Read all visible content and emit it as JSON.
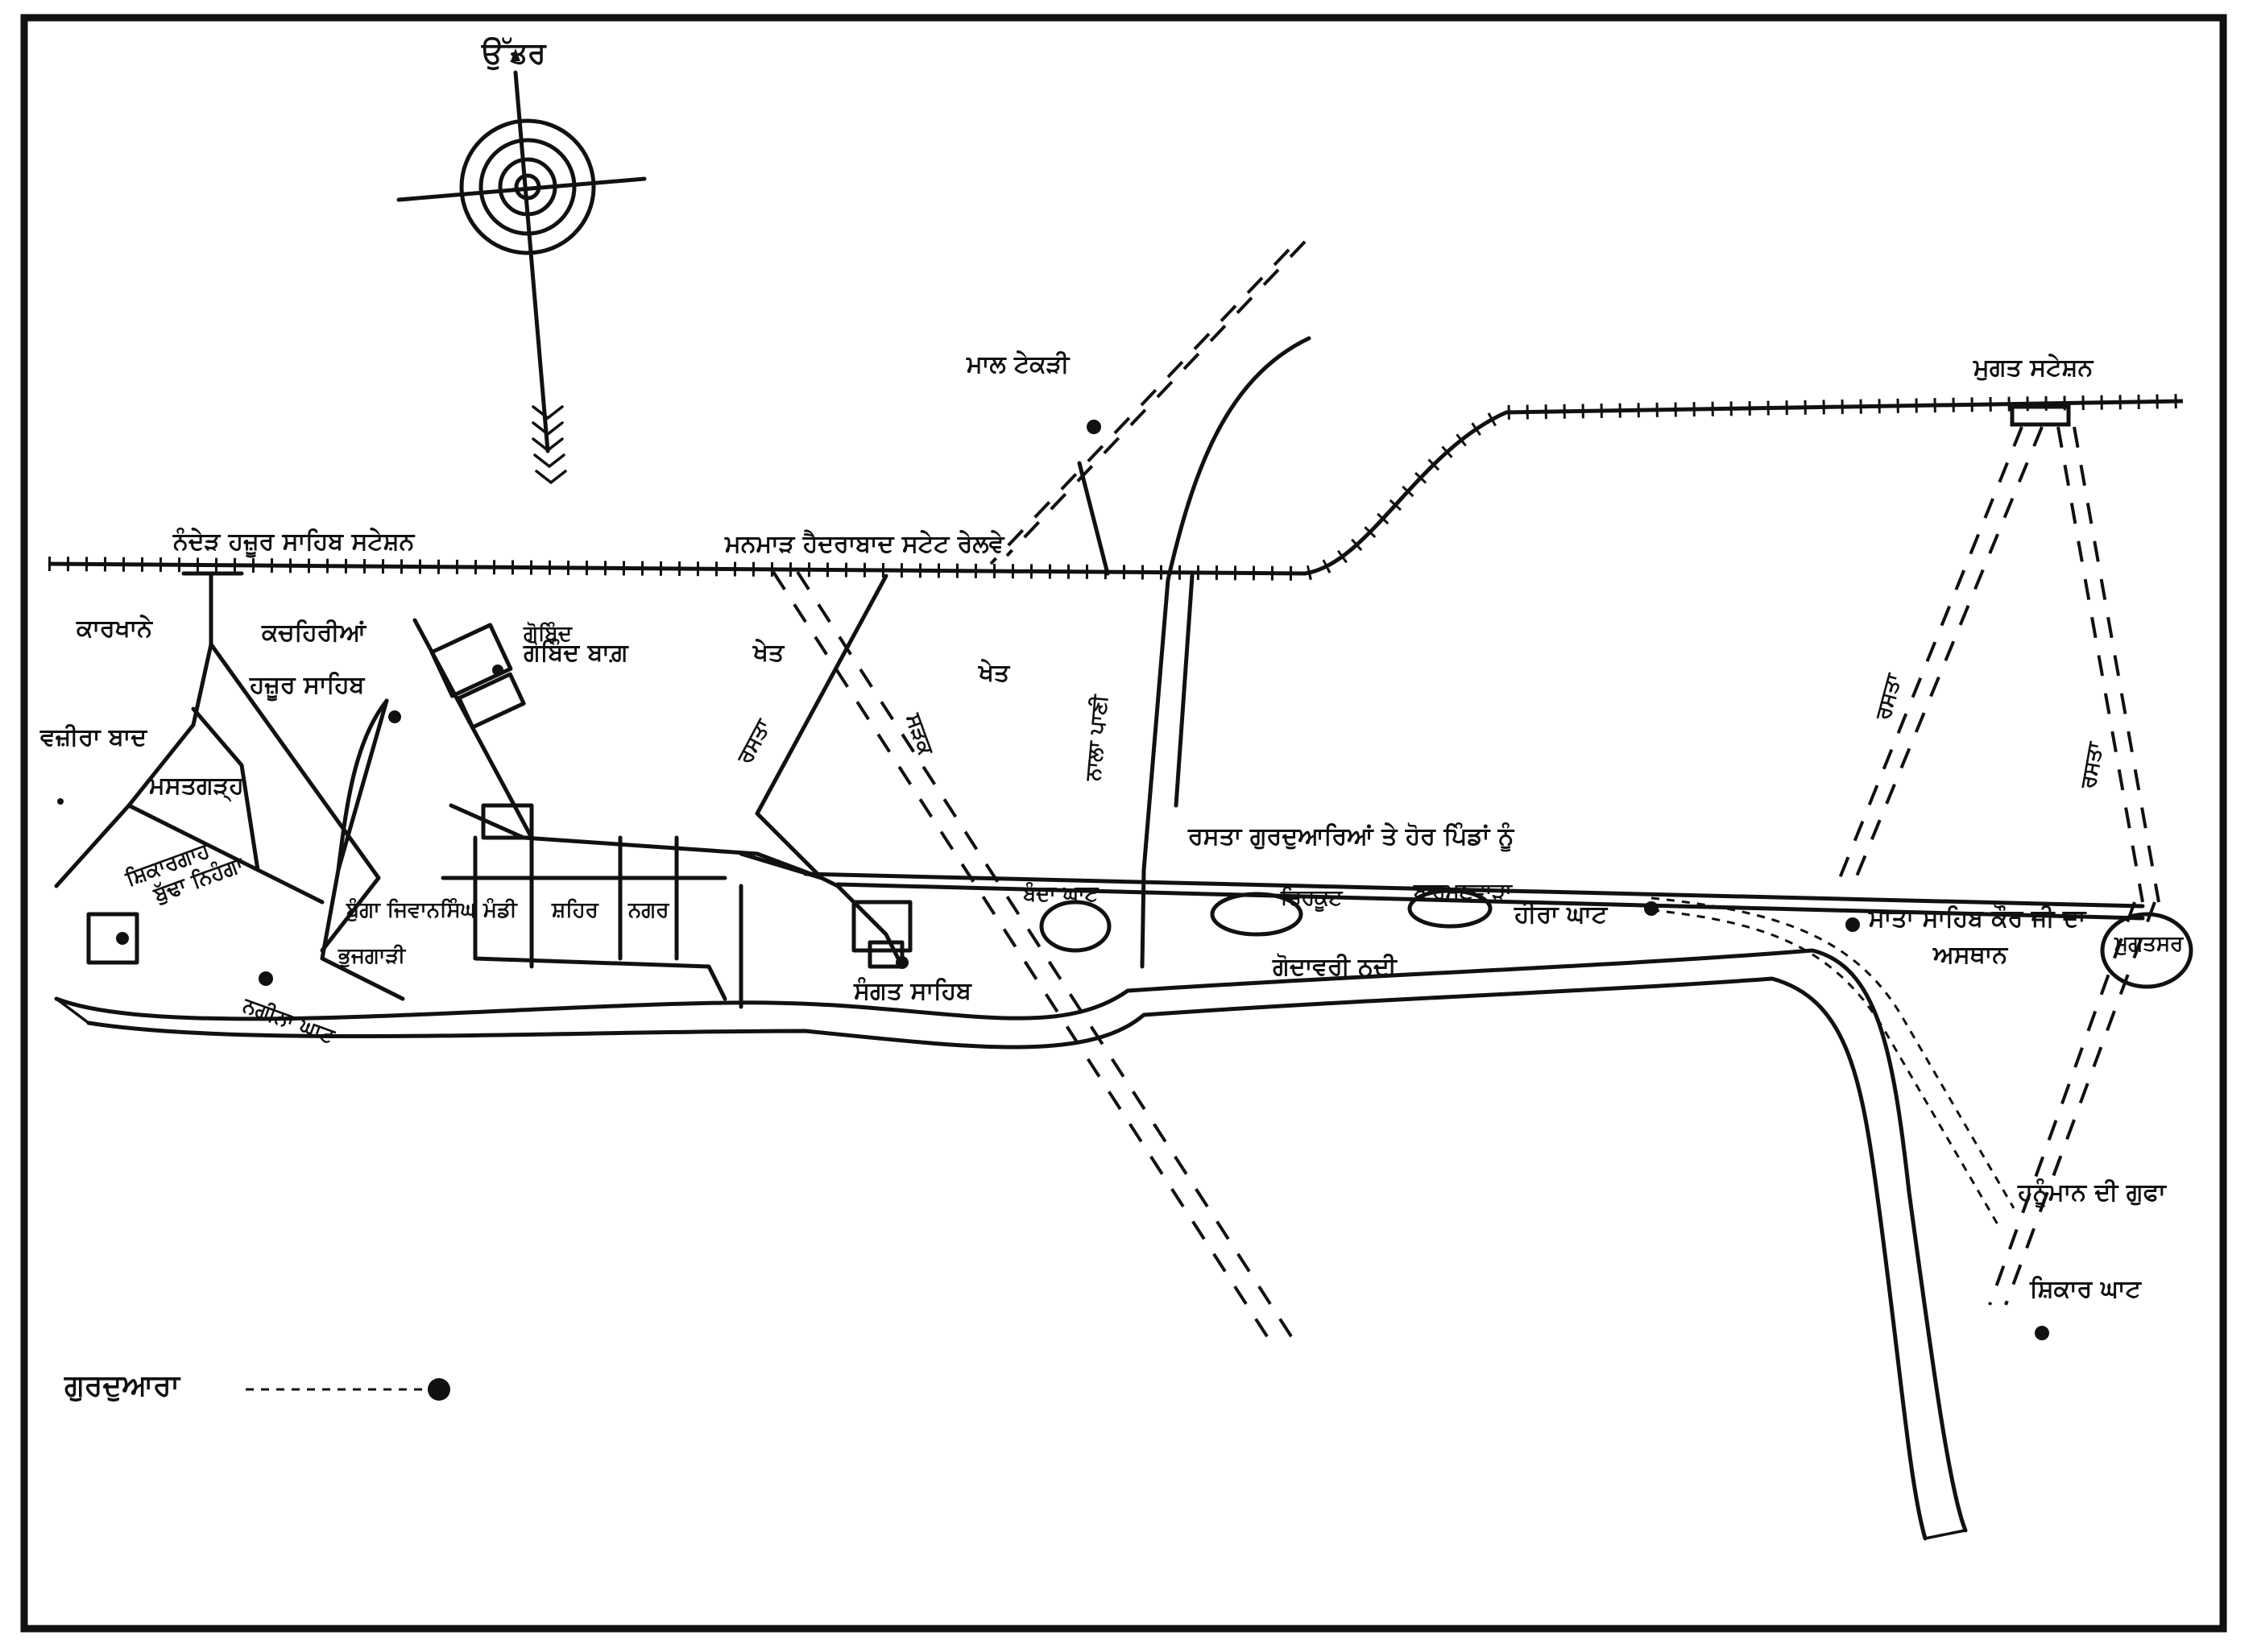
{
  "compass": {
    "north_label": "ਉੱਤਰ"
  },
  "stations": {
    "nanded": "ਨੰਦੇੜ ਹਜ਼ੂਰ ਸਾਹਿਬ ਸਟੇਸ਼ਨ",
    "mugat": "ਮੁਗਤ ਸਟੇਸ਼ਨ"
  },
  "railway": {
    "name": "ਮਨਮਾੜ ਹੈਦਰਾਬਾਦ ਸਟੇਟ ਰੇਲਵੇ"
  },
  "places": {
    "mal_tekri": "ਮਾਲ ਟੇਕੜੀ",
    "karkhane": "ਕਾਰਖਾਨੇ",
    "kachehriaan": "ਕਚਹਿਰੀਆਂ",
    "gobind_bagh": "ਗੋਬਿੰਦ ਬਾਗ਼",
    "gobind_bagh_small": "ਗੋਬਿੰਦ",
    "khet_1": "ਖੇਤ",
    "khet_2": "ਖੇਤ",
    "hazur_sahib": "ਹਜ਼ੂਰ ਸਾਹਿਬ",
    "wazirabad": "ਵਜ਼ੀਰਾ ਬਾਦ",
    "mastgarh": "ਮਸਤਗੜ੍ਹ",
    "shikargah": "ਸ਼ਿਕਾਰਗਾਹ",
    "budha_nihanga": "ਬੁੱਢਾ ਨਿਹੰਗਾ",
    "bunga_jiwan_singh": "ਬੁੰਗਾ ਜਿਵਾਨਸਿੰਘ",
    "mandi": "ਮੰਡੀ",
    "shehar": "ਸ਼ਹਿਰ",
    "nagar": "ਨਗਰ",
    "bhujgari": "ਭੁਜਗਾੜੀ",
    "nagina_ghat": "ਨਗੀਨਾ ਘਾਟ",
    "sangat_sahib": "ਸੰਗਤ ਸਾਹਿਬ",
    "banda_ghat": "ਬੰਦਾ ਘਾਟ",
    "chirkut": "ਚਿਰਕੂਟ",
    "bahmanwara": "ਬਾਹਮਣਵਾੜਾ",
    "hira_ghat": "ਹੀਰਾ ਘਾਟ",
    "mata_sahib": "ਮਾਤਾ ਸਾਹਿਬ ਕੌਰ ਜੀ ਦਾ",
    "asthan": "ਅਸਥਾਨ",
    "godavari": "ਗੋਦਾਵਰੀ ਨਦੀ",
    "mugatsar": "ਮੁਗਤਸਰ",
    "hanuman_gufa": "ਹਨੂੰਮਾਨ ਦੀ ਗੁਫਾ",
    "shikar_ghat": "ਸ਼ਿਕਾਰ ਘਾਟ"
  },
  "roads": {
    "rasta_1": "ਰਸਤਾ",
    "sadak": "ਸੜਕ",
    "nala": "ਨਾਲਾ ਪਾਣੀ",
    "rasta_gurdwarian": "ਰਸਤਾ ਗੁਰਦੁਆਰਿਆਂ ਤੇ ਹੋਰ ਪਿੰਡਾਂ ਨੂੰ",
    "rasta_2": "ਰਸਤਾ",
    "rasta_3": "ਰਸਤਾ"
  },
  "legend": {
    "gurdwara": "ਗੁਰਦੁਆਰਾ"
  }
}
